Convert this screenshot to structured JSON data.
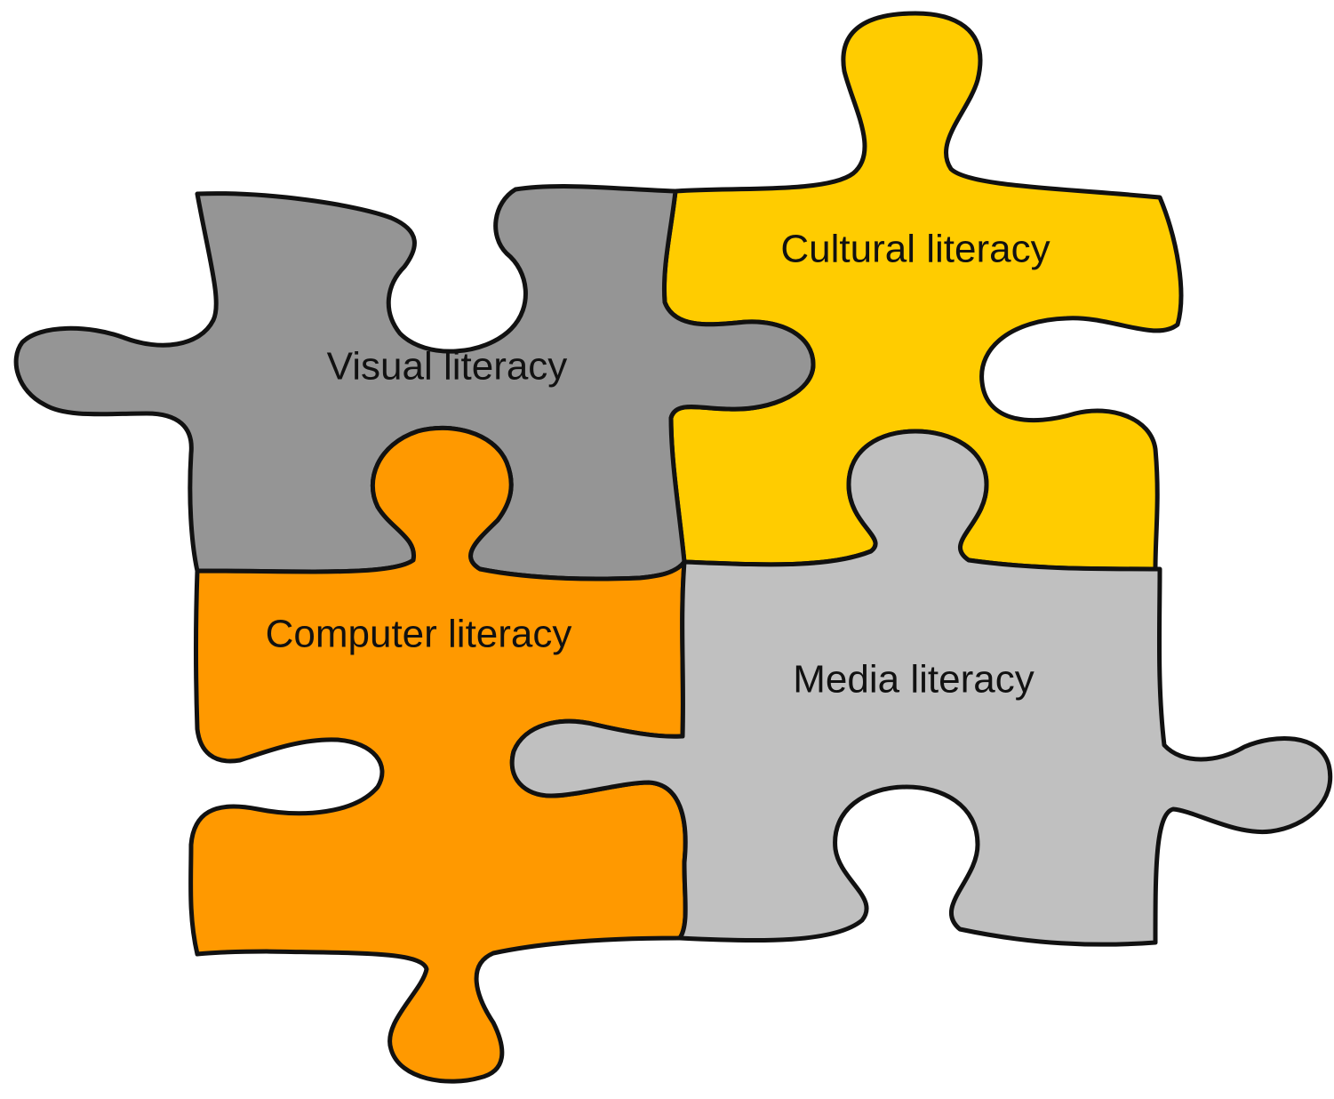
{
  "pieces": [
    {
      "id": "visual",
      "label": "Visual literacy",
      "color": "#959595"
    },
    {
      "id": "cultural",
      "label": "Cultural literacy",
      "color": "#ffcc00"
    },
    {
      "id": "computer",
      "label": "Computer literacy",
      "color": "#ff9900"
    },
    {
      "id": "media",
      "label": "Media literacy",
      "color": "#c0c0c0"
    }
  ],
  "outline_color": "#111111"
}
